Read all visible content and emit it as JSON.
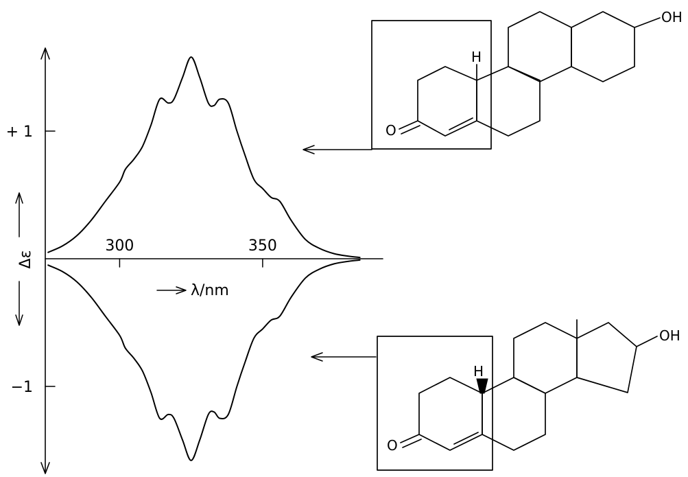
{
  "chart_data": {
    "type": "line",
    "xlabel": "λ/nm",
    "ylabel": "Δε",
    "x_ticks": [
      300,
      350
    ],
    "y_ticks": [
      {
        "value": 1,
        "label": "+ 1"
      },
      {
        "value": -1,
        "label": "−1"
      }
    ],
    "xlim": [
      274,
      392
    ],
    "ylim": [
      -1.65,
      1.65
    ],
    "grid": false,
    "series": [
      {
        "x": [
          275,
          280,
          285,
          290,
          295,
          300,
          302,
          305,
          308,
          311,
          314,
          317,
          319,
          322,
          325,
          328,
          331,
          333,
          335,
          338,
          341,
          344,
          347,
          350,
          353,
          356,
          360,
          365,
          370,
          375,
          380,
          384
        ],
        "values": [
          0.05,
          0.1,
          0.18,
          0.3,
          0.45,
          0.6,
          0.7,
          0.78,
          0.88,
          1.05,
          1.25,
          1.22,
          1.25,
          1.42,
          1.58,
          1.42,
          1.22,
          1.2,
          1.25,
          1.22,
          1.0,
          0.8,
          0.62,
          0.55,
          0.48,
          0.45,
          0.3,
          0.15,
          0.08,
          0.04,
          0.02,
          0.01
        ]
      },
      {
        "x": [
          275,
          280,
          285,
          290,
          295,
          300,
          302,
          305,
          308,
          311,
          314,
          317,
          319,
          322,
          325,
          328,
          331,
          333,
          335,
          338,
          341,
          344,
          347,
          350,
          353,
          356,
          360,
          365,
          370,
          375,
          380,
          384
        ],
        "values": [
          -0.05,
          -0.1,
          -0.18,
          -0.3,
          -0.45,
          -0.6,
          -0.7,
          -0.78,
          -0.88,
          -1.05,
          -1.25,
          -1.22,
          -1.25,
          -1.42,
          -1.58,
          -1.42,
          -1.22,
          -1.2,
          -1.25,
          -1.22,
          -1.0,
          -0.8,
          -0.62,
          -0.55,
          -0.48,
          -0.45,
          -0.3,
          -0.15,
          -0.08,
          -0.04,
          -0.02,
          -0.01
        ]
      }
    ]
  },
  "structures": {
    "top": {
      "h_label": "H",
      "o_label": "O",
      "oh_label": "OH"
    },
    "bottom": {
      "h_label": "H",
      "o_label": "O",
      "oh_label": "OH"
    }
  }
}
